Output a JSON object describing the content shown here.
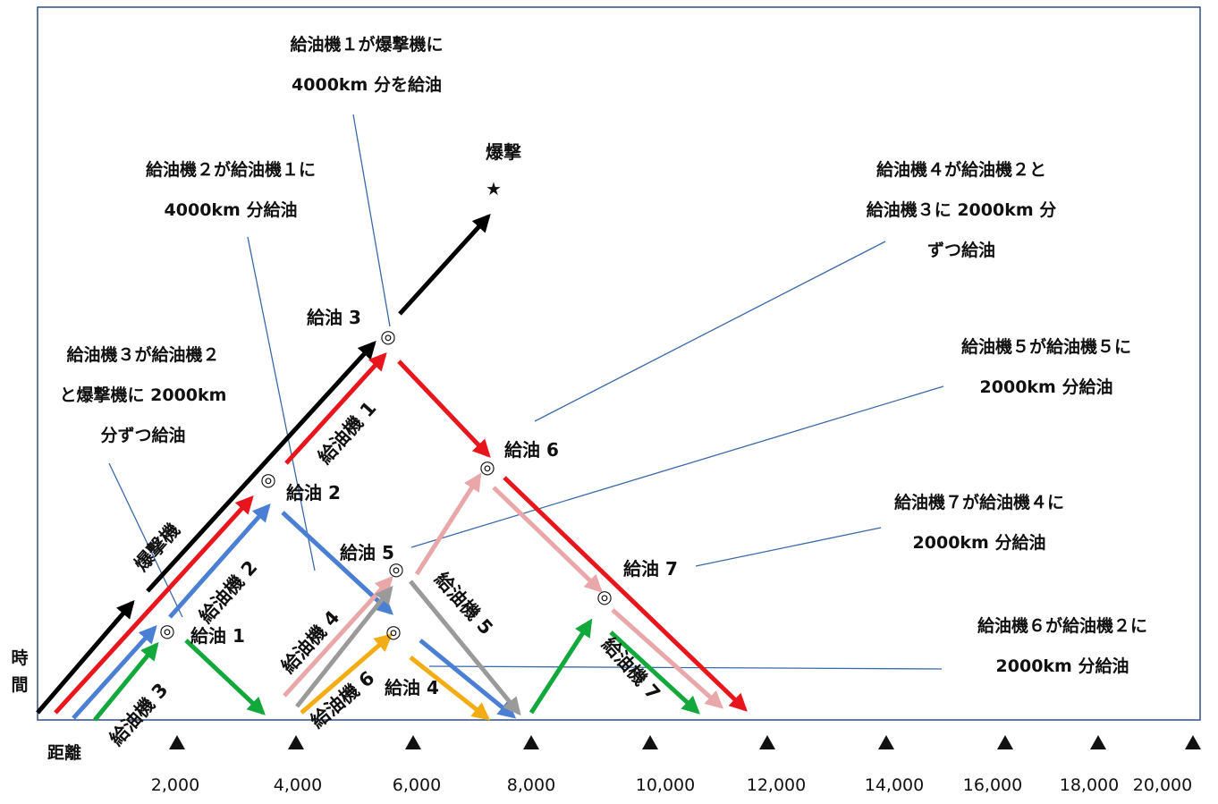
{
  "axis": {
    "y_label": "時間",
    "x_label": "距離",
    "ticks": [
      "2,000",
      "4,000",
      "6,000",
      "8,000",
      "10,000",
      "12,000",
      "14,000",
      "16,000",
      "18,000",
      "20,000"
    ]
  },
  "target": {
    "label": "爆撃",
    "symbol": "★"
  },
  "refuel_points": [
    "給油 1",
    "給油 2",
    "給油 3",
    "給油 4",
    "給油 5",
    "給油 6",
    "給油 7"
  ],
  "refuel_marker": "◎",
  "planes": {
    "bomber": "爆撃機",
    "t1": "給油機 1",
    "t2": "給油機 2",
    "t3": "給油機 3",
    "t4": "給油機 4",
    "t5": "給油機 5",
    "t6": "給油機 6",
    "t7": "給油機 7"
  },
  "notes": {
    "n1": [
      "給油機１が爆撃機に",
      "4000km 分を給油"
    ],
    "n2": [
      "給油機２が給油機１に",
      "4000km 分給油"
    ],
    "n3": [
      "給油機３が給油機２",
      "と爆撃機に 2000km",
      "分ずつ給油"
    ],
    "n4": [
      "給油機４が給油機２と",
      "給油機３に 2000km 分",
      "ずつ給油"
    ],
    "n5": [
      "給油機５が給油機５に",
      "2000km 分給油"
    ],
    "n6": [
      "給油機７が給油機４に",
      "2000km 分給油"
    ],
    "n7": [
      "給油機６が給油機２に",
      "2000km 分給油"
    ]
  },
  "colors": {
    "bomber": "#000000",
    "t1": "#e8161c",
    "t2": "#4a7fd4",
    "t3": "#13a83c",
    "t4": "#e9a7a9",
    "t5": "#9a9a9a",
    "t6": "#f2ad14",
    "t7": "#13a83c",
    "leader": "#3b6aa8",
    "frame": "#2f4f7f"
  }
}
